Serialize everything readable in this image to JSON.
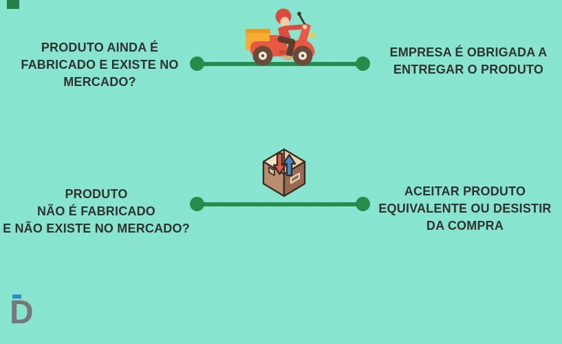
{
  "meta": {
    "description": "Consumer-rights infographic comparing two product-availability scenarios",
    "language": "pt-BR"
  },
  "colors": {
    "background": "#7CE2CB",
    "text": "#1D1D1B",
    "line_green": "#12813A",
    "corner_square_green": "#117436",
    "logo_gray": "#6A6B6E",
    "logo_blue": "#1E80C6"
  },
  "rows": [
    {
      "question": "PRODUTO AINDA É\nFABRICADO E EXISTE NO\nMERCADO?",
      "answer": "EMPRESA É OBRIGADA A\nENTREGAR O PRODUTO",
      "icon": "delivery-scooter-icon"
    },
    {
      "question": "PRODUTO\nNÃO É FABRICADO\nE NÃO EXISTE NO MERCADO?",
      "answer": "ACEITAR PRODUTO\nEQUIVALENTE OU DESISTIR\nDA COMPRA",
      "icon": "exchange-box-icon"
    }
  ],
  "logo": {
    "letter": "D"
  }
}
